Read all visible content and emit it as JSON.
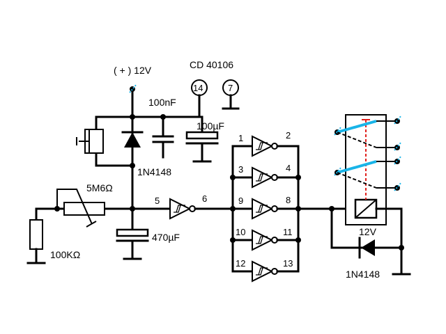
{
  "supply": {
    "label": "( + ) 12V"
  },
  "ic": {
    "name": "CD 40106",
    "pin_vdd": "14",
    "pin_vss": "7"
  },
  "components": {
    "cap_small": "100nF",
    "cap_mid": "100µF",
    "cap_large": "470µF",
    "diode_top": "1N4148",
    "diode_bottom": "1N4148",
    "pot": "5M6Ω",
    "resistor": "100KΩ",
    "relay": "12V"
  },
  "gates": {
    "input_single": "5",
    "output_single": "6",
    "inputs": [
      "1",
      "3",
      "9",
      "10",
      "12"
    ],
    "outputs": [
      "2",
      "4",
      "8",
      "11",
      "13"
    ]
  },
  "colors": {
    "wire": "#000000",
    "switch": "#19b4e8",
    "linkage": "#e0201c"
  }
}
